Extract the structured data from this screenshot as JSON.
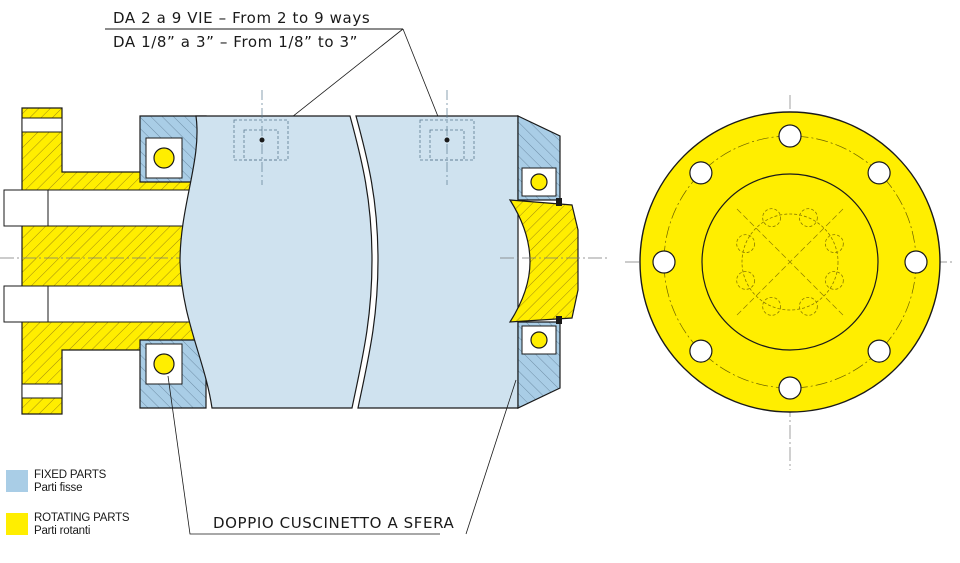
{
  "labels": {
    "ways_it_en": "DA 2 a 9 VIE  – From 2 to 9 ways",
    "size_it_en": "DA 1/8” a 3” – From 1/8” to 3”",
    "bearing": "DOPPIO CUSCINETTO A SFERA"
  },
  "legend": [
    {
      "title": "FIXED PARTS",
      "subtitle": "Parti fisse",
      "color": "#a9cde6"
    },
    {
      "title": "ROTATING PARTS",
      "subtitle": "Parti rotanti",
      "color": "#ffee00"
    }
  ],
  "colors": {
    "fixed": "#cfe2ef",
    "fixed_dark": "#a9cde6",
    "rotating": "#ffee00",
    "line": "#1a1a1a",
    "hatch": "#b08a00"
  }
}
